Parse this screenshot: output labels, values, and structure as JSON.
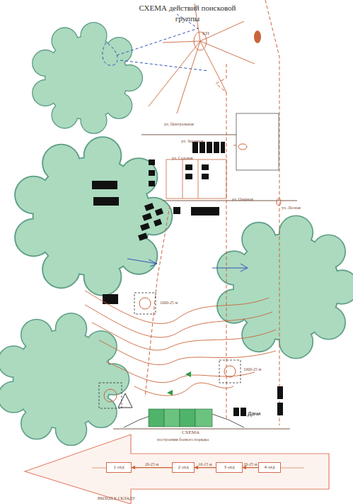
{
  "diagram": {
    "title": "СХЕМА действий поисковой группы",
    "nodes": [
      {
        "text": [
          "1 отд"
        ]
      },
      {
        "text": [
          "2 отд"
        ]
      },
      {
        "text": [
          "3 отд"
        ]
      },
      {
        "text": [
          "4 отд"
        ]
      }
    ],
    "edges": [
      {
        "from": 3,
        "to": 2,
        "label": "20-25 м",
        "arrow": "to"
      },
      {
        "from": 2,
        "to": 1,
        "label": "10-15 м",
        "arrow": "to"
      },
      {
        "from": 1,
        "to": 0,
        "label": "20-25 м",
        "arrow": "to"
      }
    ],
    "labels": [
      "КП",
      "ул. Центральная",
      "ул. Заречная",
      "ул. Садовая",
      "ул. Озерная",
      "ул. Лесная",
      "1000-25 м",
      "1000-25 м",
      "Дачи",
      "СХЕМА",
      "построения боевого порядка",
      "ВЫХОД К СКЛАДУ"
    ]
  }
}
